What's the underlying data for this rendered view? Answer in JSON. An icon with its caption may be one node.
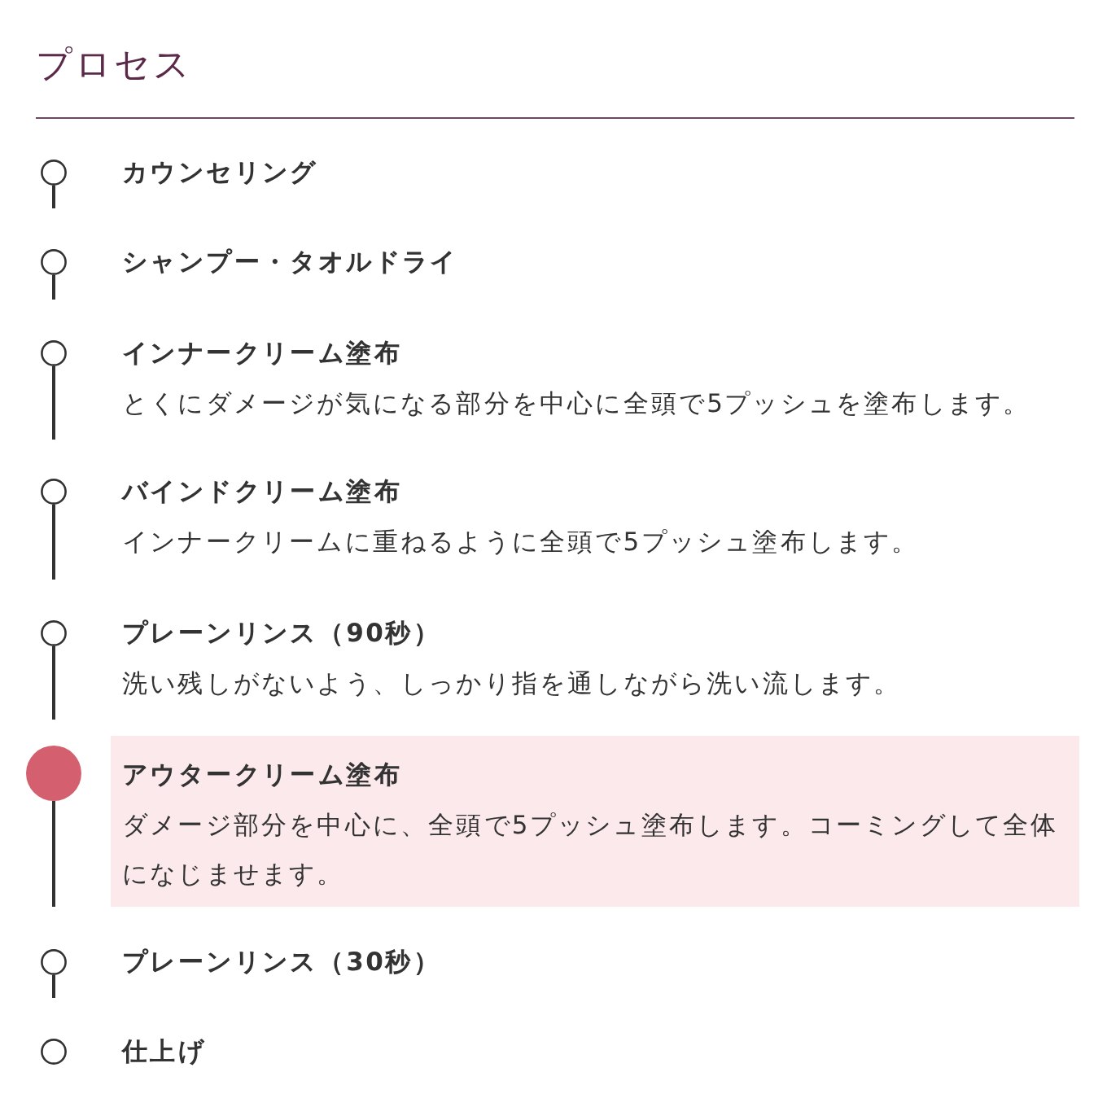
{
  "diagram": {
    "title": "プロセス",
    "nodes": [
      {
        "text": [
          "カウンセリング"
        ]
      },
      {
        "text": [
          "シャンプー・タオルドライ"
        ]
      },
      {
        "text": [
          "インナークリーム塗布",
          "とくにダメージが気になる部分を中心に全頭で5プッシュを塗布します。"
        ]
      },
      {
        "text": [
          "バインドクリーム塗布",
          "インナークリームに重ねるように全頭で5プッシュ塗布します。"
        ]
      },
      {
        "text": [
          "プレーンリンス（90秒）",
          "洗い残しがないよう、しっかり指を通しながら洗い流します。"
        ]
      },
      {
        "text": [
          "アウタークリーム塗布",
          "ダメージ部分を中心に、全頭で5プッシュ塗布します。コーミングして全体になじませます。"
        ]
      },
      {
        "text": [
          "プレーンリンス（30秒）"
        ]
      },
      {
        "text": [
          "仕上げ"
        ]
      }
    ]
  }
}
